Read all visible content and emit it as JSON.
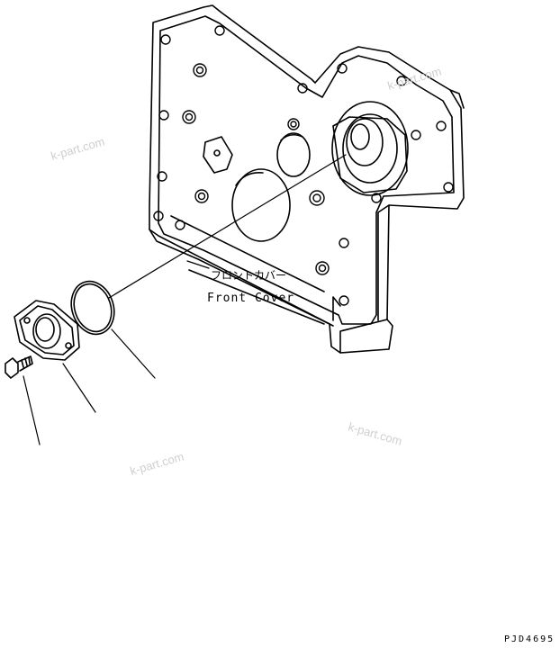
{
  "labels": {
    "front_cover_jp": "フロントカバー",
    "front_cover_en": "Front Cover"
  },
  "drawing_code": "PJD4695",
  "watermark": "k-part.com",
  "colors": {
    "line": "#000000",
    "watermark": "#cfcfcf",
    "background": "#ffffff"
  }
}
